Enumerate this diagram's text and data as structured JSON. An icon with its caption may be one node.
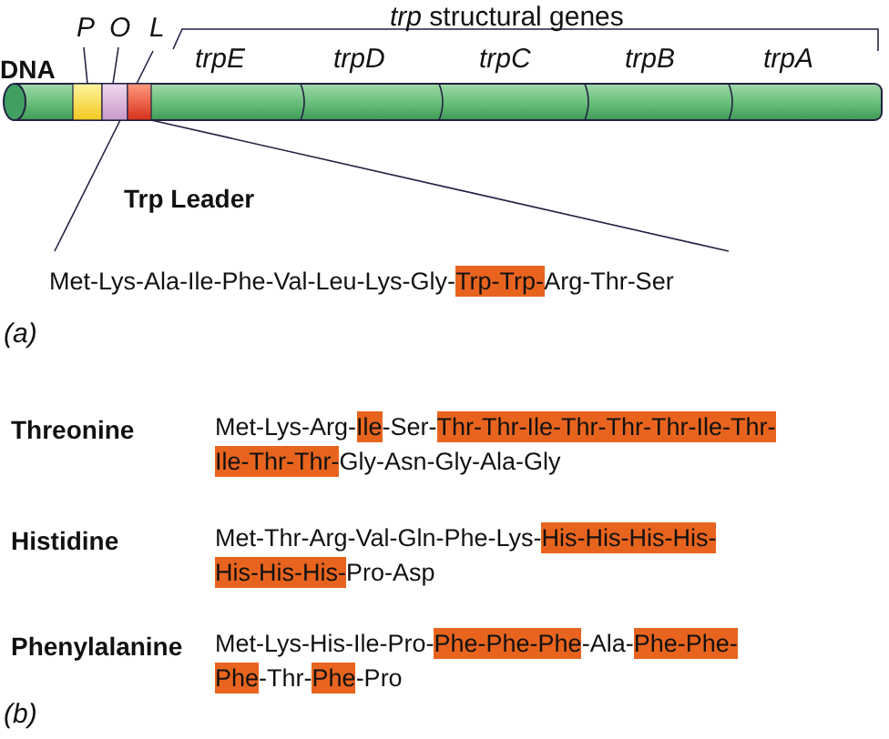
{
  "diagram": {
    "nodes": [
      {
        "text": [
          "Trp-Trp-"
        ]
      },
      {
        "text": [
          "Ile"
        ]
      },
      {
        "text": [
          "Thr-Thr-Ile-Thr-Thr-Thr-Ile-Thr-"
        ]
      },
      {
        "text": [
          "Ile-Thr-Thr-"
        ]
      },
      {
        "text": [
          "His-His-His-His-"
        ]
      },
      {
        "text": [
          "His-His-His-"
        ]
      },
      {
        "text": [
          "Phe-Phe-Phe"
        ]
      },
      {
        "text": [
          "Phe-Phe-"
        ]
      },
      {
        "text": [
          "Phe"
        ]
      },
      {
        "text": [
          "Phe"
        ]
      }
    ],
    "labels": [
      "P",
      "O",
      "L",
      "*trp* structural genes",
      "DNA",
      "trpE",
      "trpD",
      "trpC",
      "trpB",
      "trpA",
      "Trp Leader",
      "Met-Lys-Ala-Ile-Phe-Val-Leu-Lys-Gly-",
      "Arg-Thr-Ser",
      "(a)",
      "Threonine",
      "Met-Lys-Arg-",
      "-Ser-",
      "Gly-Asn-Gly-Ala-Gly",
      "Histidine",
      "Met-Thr-Arg-Val-Gln-Phe-Lys-",
      "Pro-Asp",
      "Phenylalanine",
      "Met-Lys-His-Ile-Pro-",
      "-Ala-",
      "-Thr-",
      "-Pro",
      "(b)"
    ]
  }
}
